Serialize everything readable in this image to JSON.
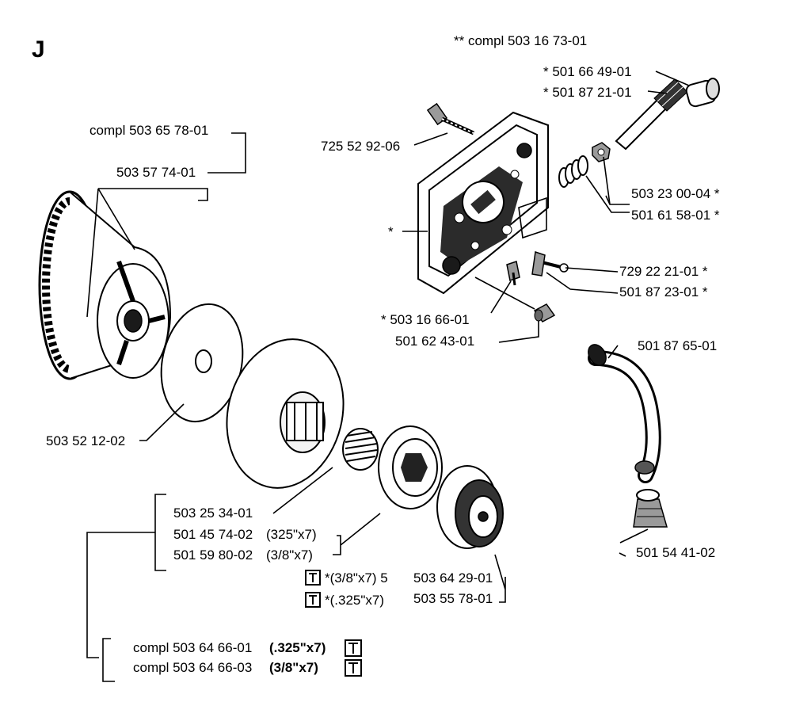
{
  "section_letter": "J",
  "labels": {
    "compl_top": "**  compl 503 16 73-01",
    "p1": "*  501 66 49-01",
    "p2": "*  501 87 21-01",
    "bolt": "725 52 92-06",
    "p3": "503 23 00-04  *",
    "p4": "501 61 58-01  *",
    "star_housing": "*",
    "p5": "729 22 21-01  *",
    "p6": "501 87 23-01  *",
    "p7": "*  503 16 66-01",
    "p8": "501 62 43-01",
    "hose": "501 87 65-01",
    "nozzle": "501 54 41-02",
    "compl_clutch": "compl 503 65 78-01",
    "clutch_shoes": "503 57 74-01",
    "washer": "503 52 12-02",
    "bearing": "503 25 34-01",
    "drum1_num": "501 45 74-02",
    "drum1_spec": "(325\"x7)",
    "drum2_num": "501 59 80-02",
    "drum2_spec": "(3/8\"x7)",
    "rim1_spec": "*(3/8\"x7) 5",
    "rim2_spec": "*(.325\"x7)",
    "rim1_num": "503 64 29-01",
    "rim2_num": "503 55 78-01",
    "kit1_num": "compl 503 64 66-01",
    "kit1_spec": "(.325\"x7)",
    "kit2_num": "compl 503 64 66-03",
    "kit2_spec": "(3/8\"x7)"
  }
}
